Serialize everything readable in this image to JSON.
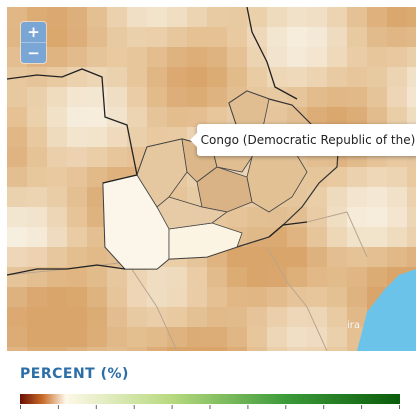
{
  "map": {
    "zoom_in_label": "+",
    "zoom_out_label": "−",
    "tooltip_text": "Congo (Democratic Republic of the)",
    "place_label": "ira",
    "colors": {
      "low": "#f6eede",
      "mid": "#e8c9a0",
      "high": "#d9a56b",
      "water": "#6cc3ea",
      "border": "#333333",
      "selected_fill": "#d8b58a"
    }
  },
  "legend": {
    "title": "PERCENT (%)",
    "color_stops": [
      "#6b0f05",
      "#c96d2a",
      "#fdf8e8",
      "#b7d97f",
      "#3c9a3a",
      "#0b5c0b"
    ],
    "tick_count": 11
  }
}
